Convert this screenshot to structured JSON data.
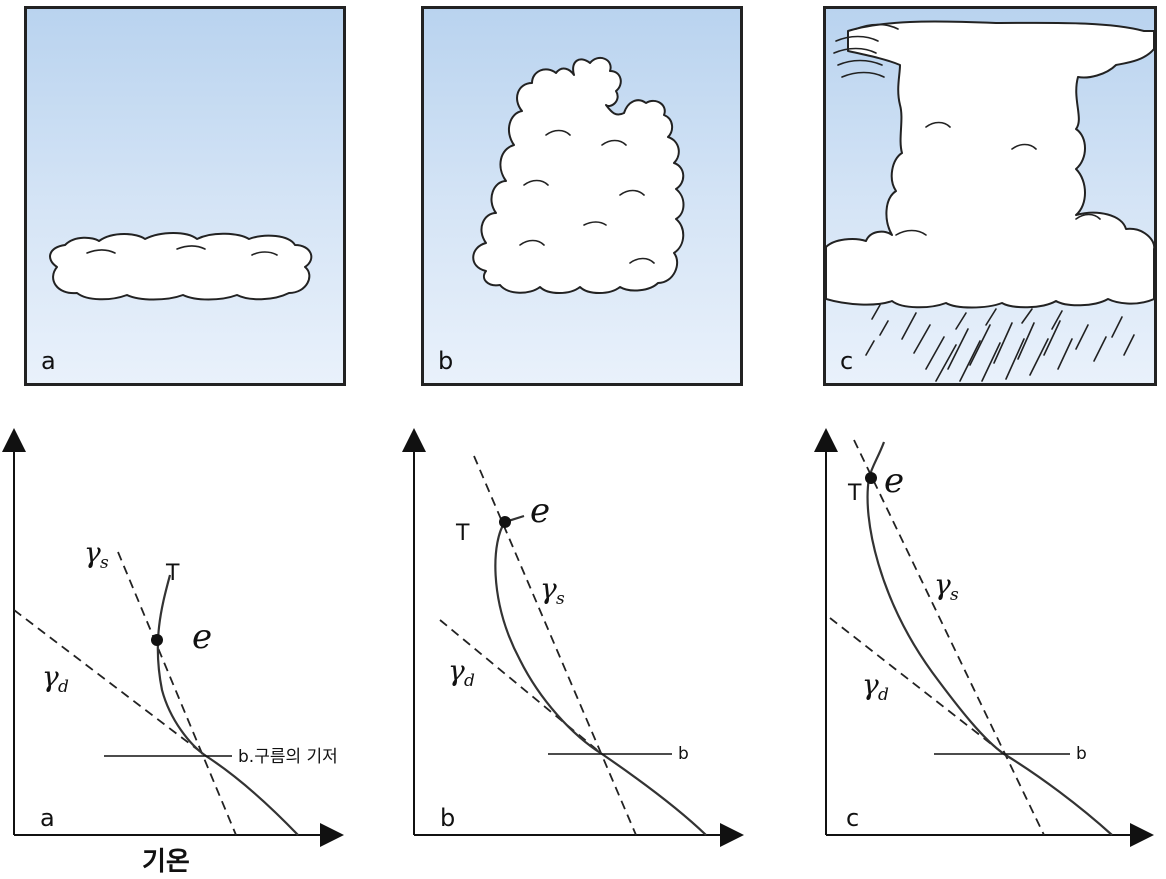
{
  "panels": [
    {
      "letter": "a"
    },
    {
      "letter": "b"
    },
    {
      "letter": "c"
    }
  ],
  "diagrams": [
    {
      "letter": "a",
      "gamma_s": "γ",
      "gamma_s_sub": "s",
      "gamma_d": "γ",
      "gamma_d_sub": "d",
      "T": "T",
      "e": "e",
      "base_label": "b.구름의 기저"
    },
    {
      "letter": "b",
      "gamma_s": "γ",
      "gamma_s_sub": "s",
      "gamma_d": "γ",
      "gamma_d_sub": "d",
      "T": "T",
      "e": "e",
      "base_label": "b"
    },
    {
      "letter": "c",
      "gamma_s": "γ",
      "gamma_s_sub": "s",
      "gamma_d": "γ",
      "gamma_d_sub": "d",
      "T": "T",
      "e": "e",
      "base_label": "b"
    }
  ],
  "x_axis_label": "기온"
}
